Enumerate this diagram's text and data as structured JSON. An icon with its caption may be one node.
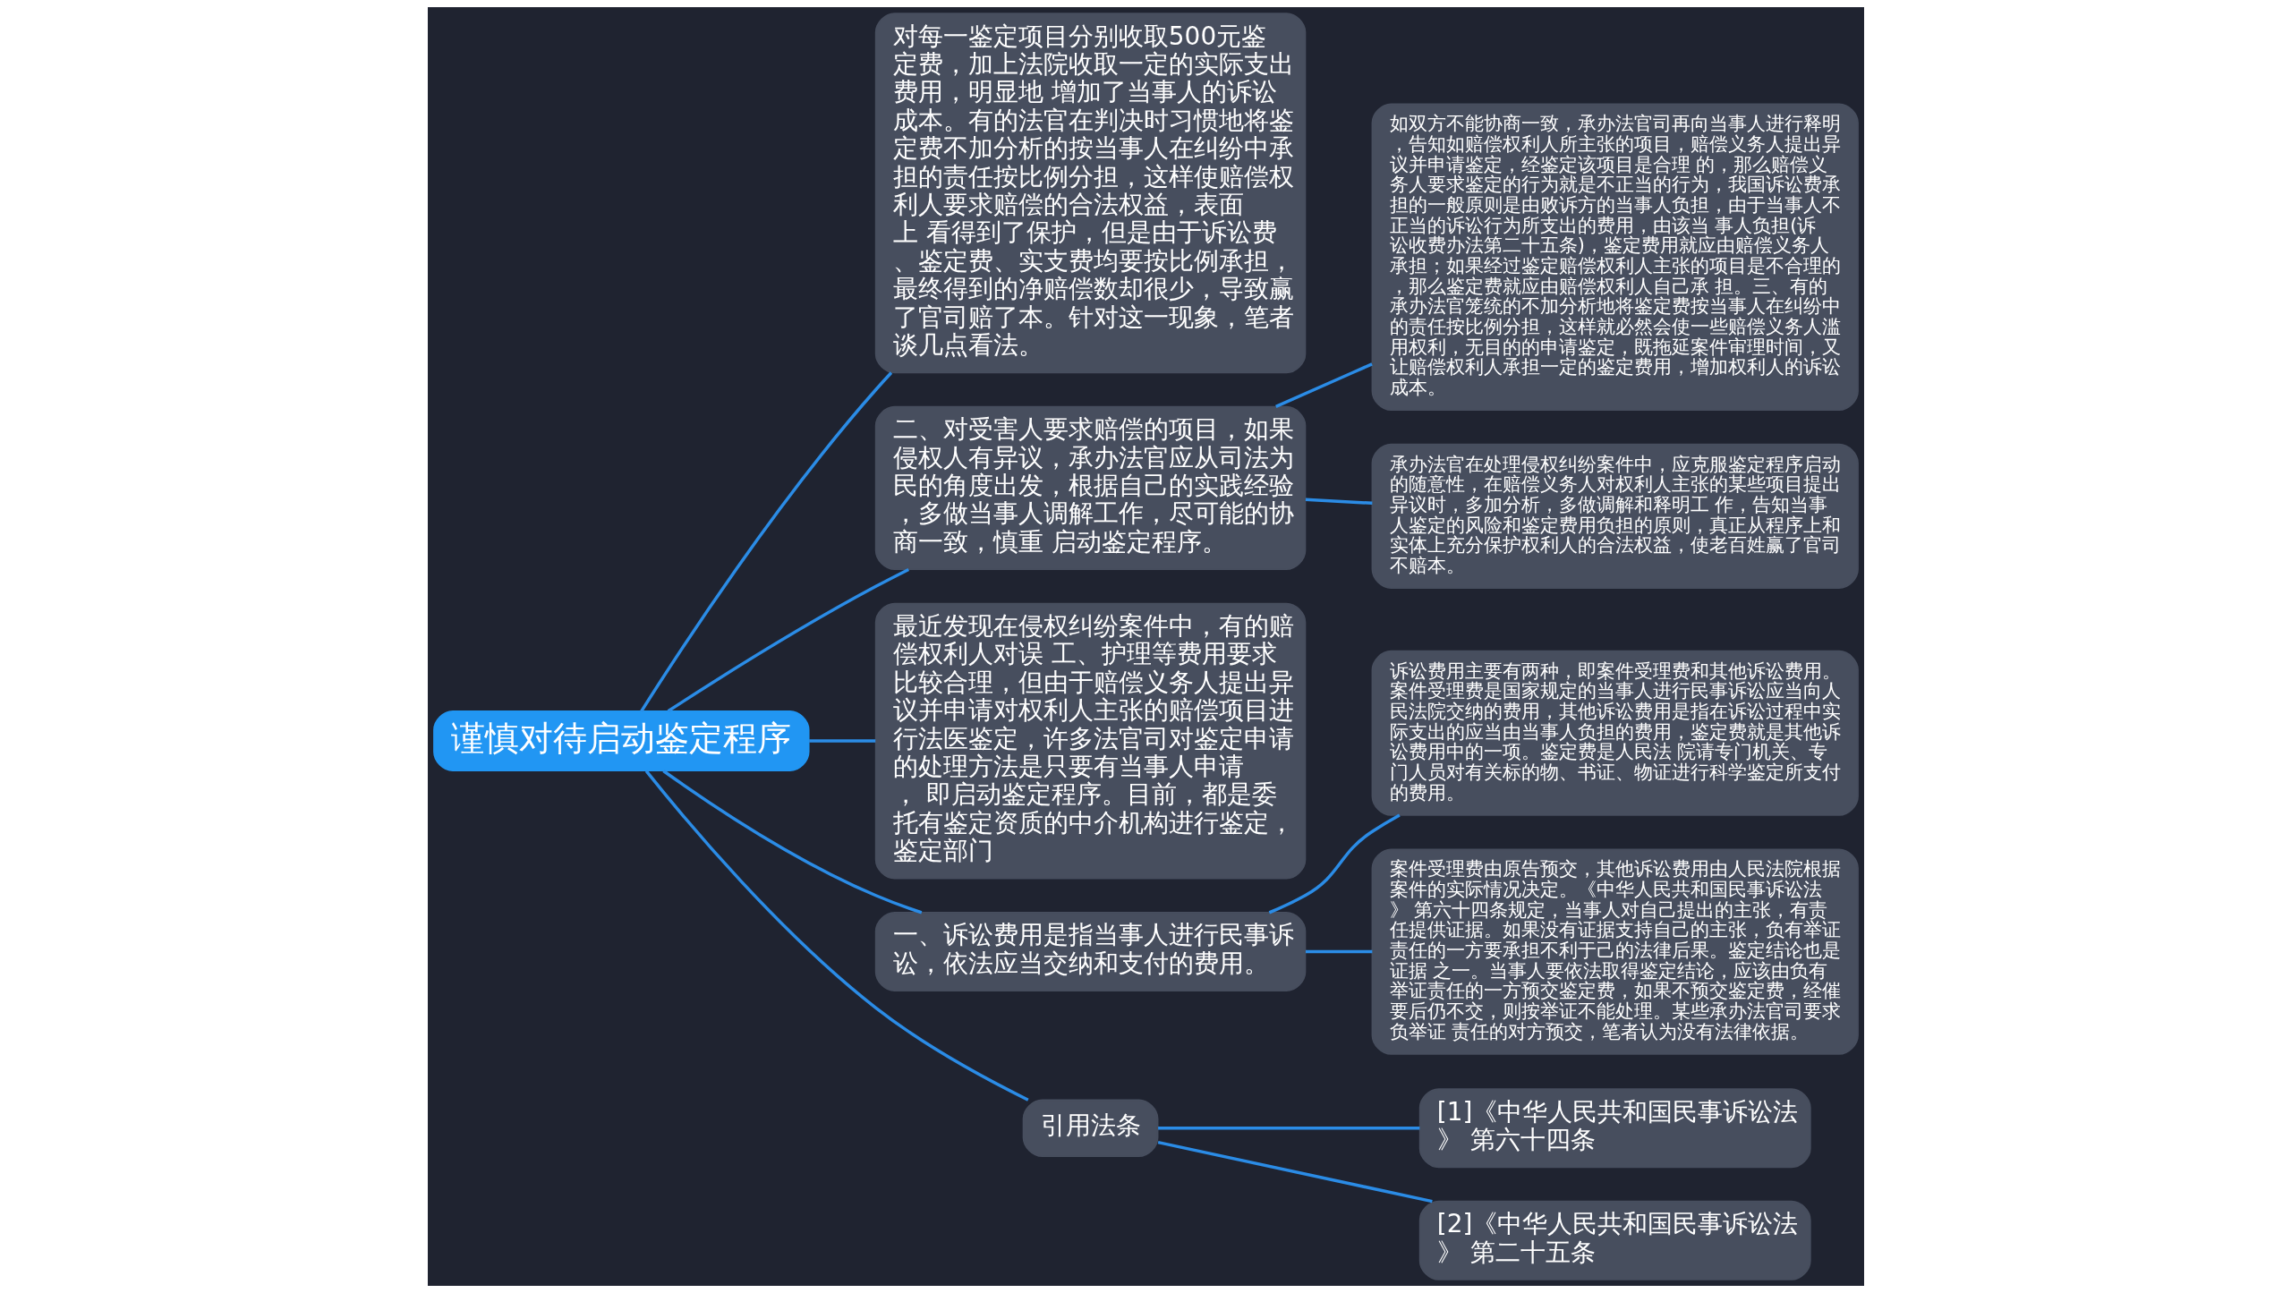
{
  "diagram": {
    "nodes": [
      {
        "text": [
          "谨慎对待启动鉴定程序"
        ]
      },
      {
        "text": [
          "对每一鉴定项目分别收取500元鉴定费，加上法院收取一定的实际支出费用，明显地 增加了当事人的诉讼成本。有的法官在判决时习惯地将鉴定费不加分析的按当事人在纠纷中承担的责任按比例分担，这样使赔偿权利人要求赔偿的合法权益，表面上 看得到了保护，但是由于诉讼费、鉴定费、实支费均要按比例承担，最终得到的净赔偿数却很少，导致赢了官司赔了本。针对这一现象，笔者谈几点看法。"
        ]
      },
      {
        "text": [
          "二、对受害人要求赔偿的项目，如果侵权人有异议，承办法官应从司法为民的角度出发，根据自己的实践经验，多做当事人调解工作，尽可能的协商一致，慎重 启动鉴定程序。"
        ]
      },
      {
        "text": [
          "如双方不能协商一致，承办法官司再向当事人进行释明，告知如赔偿权利人所主张的项目，赔偿义务人提出异议并申请鉴定，经鉴定该项目是合理 的，那么赔偿义务人要求鉴定的行为就是不正当的行为，我国诉讼费承担的一般原则是由败诉方的当事人负担，由于当事人不正当的诉讼行为所支出的费用，由该当 事人负担(诉讼收费办法第二十五条)，鉴定费用就应由赔偿义务人承担；如果经过鉴定赔偿权利人主张的项目是不合理的，那么鉴定费就应由赔偿权利人自己承 担。三、有的承办法官笼统的不加分析地将鉴定费按当事人在纠纷中的责任按比例分担，这样就必然会使一些赔偿义务人滥用权利，无目的的申请鉴定，既拖延案件审理时间，又让赔偿权利人承担一定的鉴定费用，增加权利人的诉讼成本。"
        ]
      },
      {
        "text": [
          "承办法官在处理侵权纠纷案件中，应克服鉴定程序启动的随意性，在赔偿义务人对权利人主张的某些项目提出异议时，多加分析，多做调解和释明工 作，告知当事人鉴定的风险和鉴定费用负担的原则，真正从程序上和实体上充分保护权利人的合法权益，使老百姓赢了官司不赔本。"
        ]
      },
      {
        "text": [
          "最近发现在侵权纠纷案件中，有的赔偿权利人对误 工、护理等费用要求比较合理，但由于赔偿义务人提出异议并申请对权利人主张的赔偿项目进行法医鉴定，许多法官司对鉴定申请的处理方法是只要有当事人申请， 即启动鉴定程序。目前，都是委托有鉴定资质的中介机构进行鉴定，鉴定部门"
        ]
      },
      {
        "text": [
          "一、诉讼费用是指当事人进行民事诉讼，依法应当交纳和支付的费用。"
        ]
      },
      {
        "text": [
          "诉讼费用主要有两种，即案件受理费和其他诉讼费用。案件受理费是国家规定的当事人进行民事诉讼应当向人民法院交纳的费用，其他诉讼费用是指在诉讼过程中实际支出的应当由当事人负担的费用，鉴定费就是其他诉讼费用中的一项。鉴定费是人民法 院请专门机关、专门人员对有关标的物、书证、物证进行科学鉴定所支付的费用。"
        ]
      },
      {
        "text": [
          "案件受理费由原告预交，其他诉讼费用由人民法院根据案件的实际情况决定。《中华人民共和国民事诉讼法》 第六十四条规定，当事人对自己提出的主张，有责任提供证据。如果没有证据支持自己的主张，负有举证责任的一方要承担不利于己的法律后果。鉴定结论也是证据 之一。当事人要依法取得鉴定结论，应该由负有举证责任的一方预交鉴定费，如果不预交鉴定费，经催要后仍不交，则按举证不能处理。某些承办法官司要求负举证 责任的对方预交，笔者认为没有法律依据。"
        ]
      },
      {
        "text": [
          "引用法条"
        ]
      },
      {
        "text": [
          "[1]《中华人民共和国民事诉讼法》 第六十四条"
        ]
      },
      {
        "text": [
          "[2]《中华人民共和国民事诉讼法》 第二十五条"
        ]
      }
    ],
    "edges": [
      {
        "from": 0,
        "to": 1,
        "arrow": "none"
      },
      {
        "from": 0,
        "to": 2,
        "arrow": "none"
      },
      {
        "from": 2,
        "to": 3,
        "arrow": "none"
      },
      {
        "from": 2,
        "to": 4,
        "arrow": "none"
      },
      {
        "from": 0,
        "to": 5,
        "arrow": "none"
      },
      {
        "from": 0,
        "to": 6,
        "arrow": "none"
      },
      {
        "from": 6,
        "to": 7,
        "arrow": "none"
      },
      {
        "from": 6,
        "to": 8,
        "arrow": "none"
      },
      {
        "from": 0,
        "to": 9,
        "arrow": "none"
      },
      {
        "from": 9,
        "to": 10,
        "arrow": "none"
      },
      {
        "from": 9,
        "to": 11,
        "arrow": "none"
      }
    ]
  }
}
